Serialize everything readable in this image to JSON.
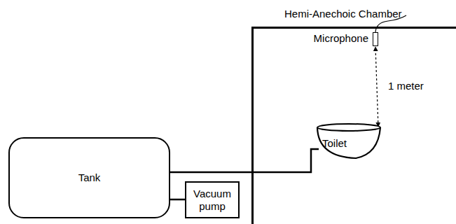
{
  "diagram": {
    "nodes": [
      {
        "text": [
          "Hemi-Anechoic Chamber"
        ]
      },
      {
        "text": [
          "Microphone"
        ],
        "in": 0
      },
      {
        "text": [
          "Toilet"
        ],
        "in": 0
      },
      {
        "text": [
          "Tank"
        ]
      },
      {
        "text": [
          "Vacuum pump"
        ]
      }
    ],
    "edges": [
      {
        "from": 3,
        "to": 2,
        "arrow": "none"
      },
      {
        "from": 3,
        "to": 4,
        "arrow": "none"
      },
      {
        "from": 2,
        "to": 1,
        "label": "1 meter",
        "arrow": "both"
      }
    ]
  }
}
